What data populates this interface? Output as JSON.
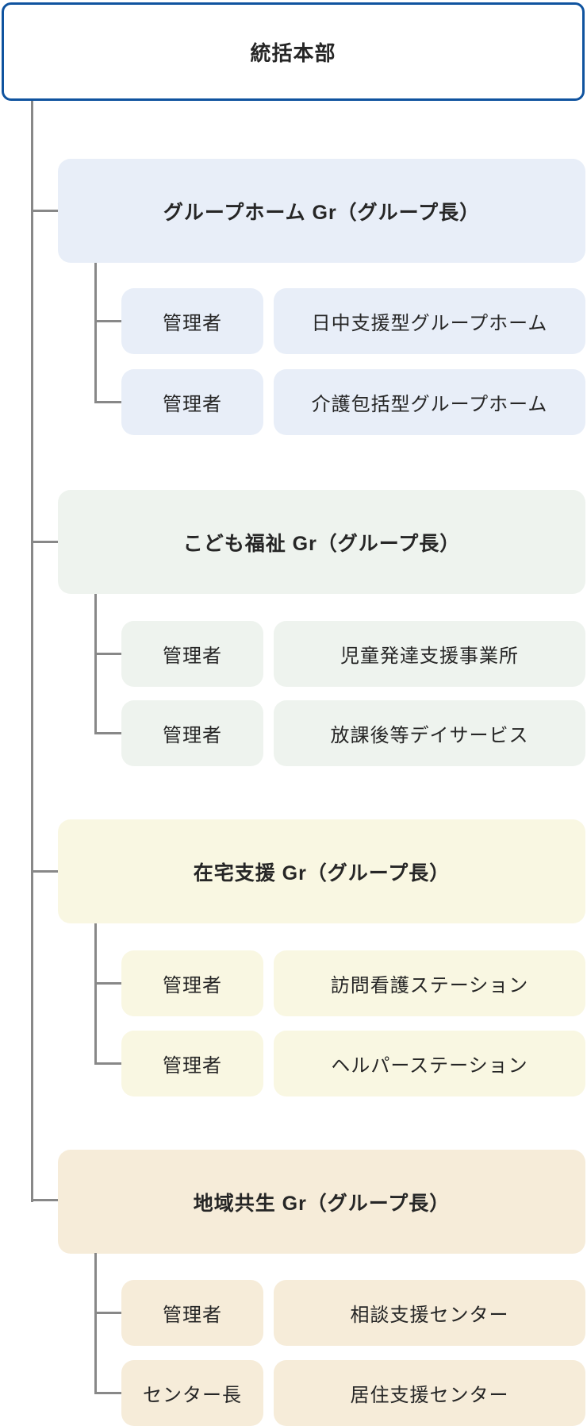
{
  "root": {
    "label": "統括本部"
  },
  "groups": [
    {
      "title": "グループホーム Gr（グループ長）",
      "color": "#e8eef8",
      "rows": [
        {
          "role": "管理者",
          "unit": "日中支援型グループホーム"
        },
        {
          "role": "管理者",
          "unit": "介護包括型グループホーム"
        }
      ]
    },
    {
      "title": "こども福祉 Gr（グループ長）",
      "color": "#eef3ee",
      "rows": [
        {
          "role": "管理者",
          "unit": "児童発達支援事業所"
        },
        {
          "role": "管理者",
          "unit": "放課後等デイサービス"
        }
      ]
    },
    {
      "title": "在宅支援 Gr（グループ長）",
      "color": "#f9f7e2",
      "rows": [
        {
          "role": "管理者",
          "unit": "訪問看護ステーション"
        },
        {
          "role": "管理者",
          "unit": "ヘルパーステーション"
        }
      ]
    },
    {
      "title": "地域共生 Gr（グループ長）",
      "color": "#f6ecd9",
      "rows": [
        {
          "role": "管理者",
          "unit": "相談支援センター"
        },
        {
          "role": "センター長",
          "unit": "居住支援センター"
        }
      ]
    }
  ],
  "colors": {
    "root_border": "#0f539f",
    "connector": "#888888",
    "text": "#262626",
    "background": "#ffffff"
  }
}
